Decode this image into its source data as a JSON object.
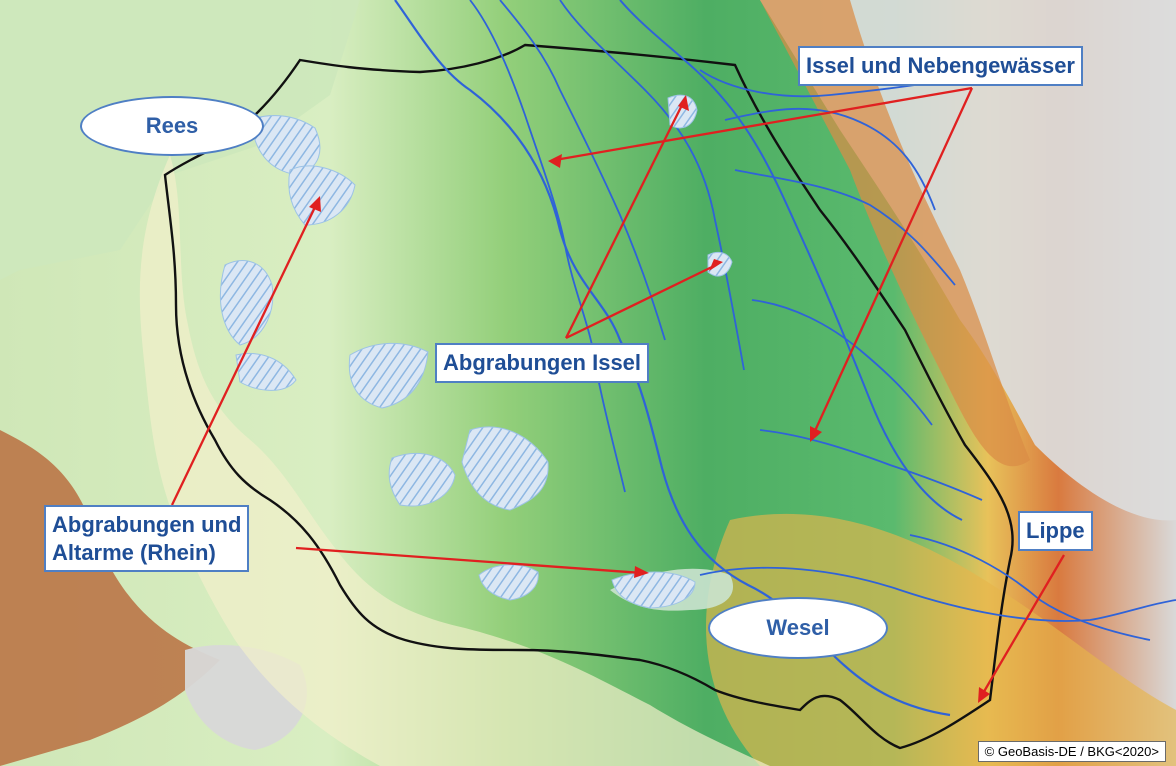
{
  "map": {
    "place_labels": {
      "rees": "Rees",
      "wesel": "Wesel"
    },
    "callouts": {
      "issel_nebengewaesser": "Issel und Nebengewässer",
      "abgrabungen_issel": "Abgrabungen Issel",
      "abgrabungen_rhein_line1": "Abgrabungen und",
      "abgrabungen_rhein_line2": "Altarme (Rhein)",
      "lippe": "Lippe"
    },
    "copyright": "© GeoBasis-DE / BKG<2020>",
    "colors": {
      "arrow": "#e02020",
      "boundary": "#111111",
      "river_lines": "#2f63d8",
      "hatched_areas": "#9dc3e6",
      "callout_border": "#4f7fc4",
      "callout_text": "#1f4e96",
      "lowland": "#d9eec2",
      "midland": "#58b466",
      "upland": "#e8b04f",
      "high_relief": "#d9d9d9"
    }
  }
}
